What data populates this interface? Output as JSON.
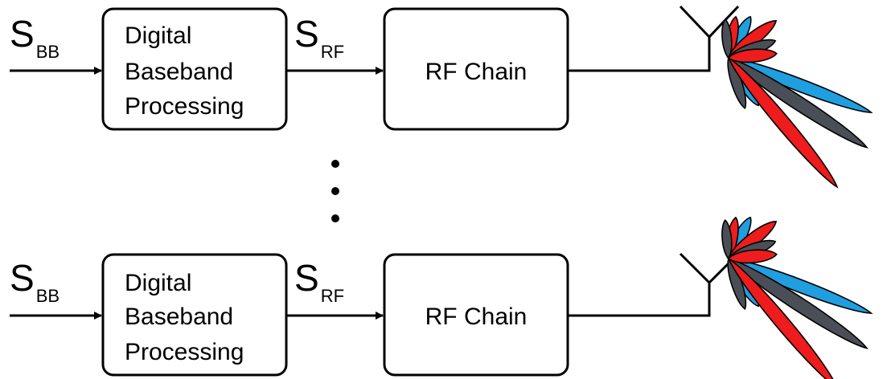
{
  "chains": [
    {
      "input_symbol": "S",
      "input_sub": "BB",
      "dbp_lines": [
        "Digital",
        "Baseband",
        "Processing"
      ],
      "rf_symbol": "S",
      "rf_sub": "RF",
      "rf_chain_label": "RF Chain"
    },
    {
      "input_symbol": "S",
      "input_sub": "BB",
      "dbp_lines": [
        "Digital",
        "Baseband",
        "Processing"
      ],
      "rf_symbol": "S",
      "rf_sub": "RF",
      "rf_chain_label": "RF Chain"
    }
  ],
  "ellipsis_dot_count": 3,
  "beam_colors": {
    "red": "#ee1c1c",
    "gray": "#4a4f57",
    "blue": "#1f9fe0"
  }
}
